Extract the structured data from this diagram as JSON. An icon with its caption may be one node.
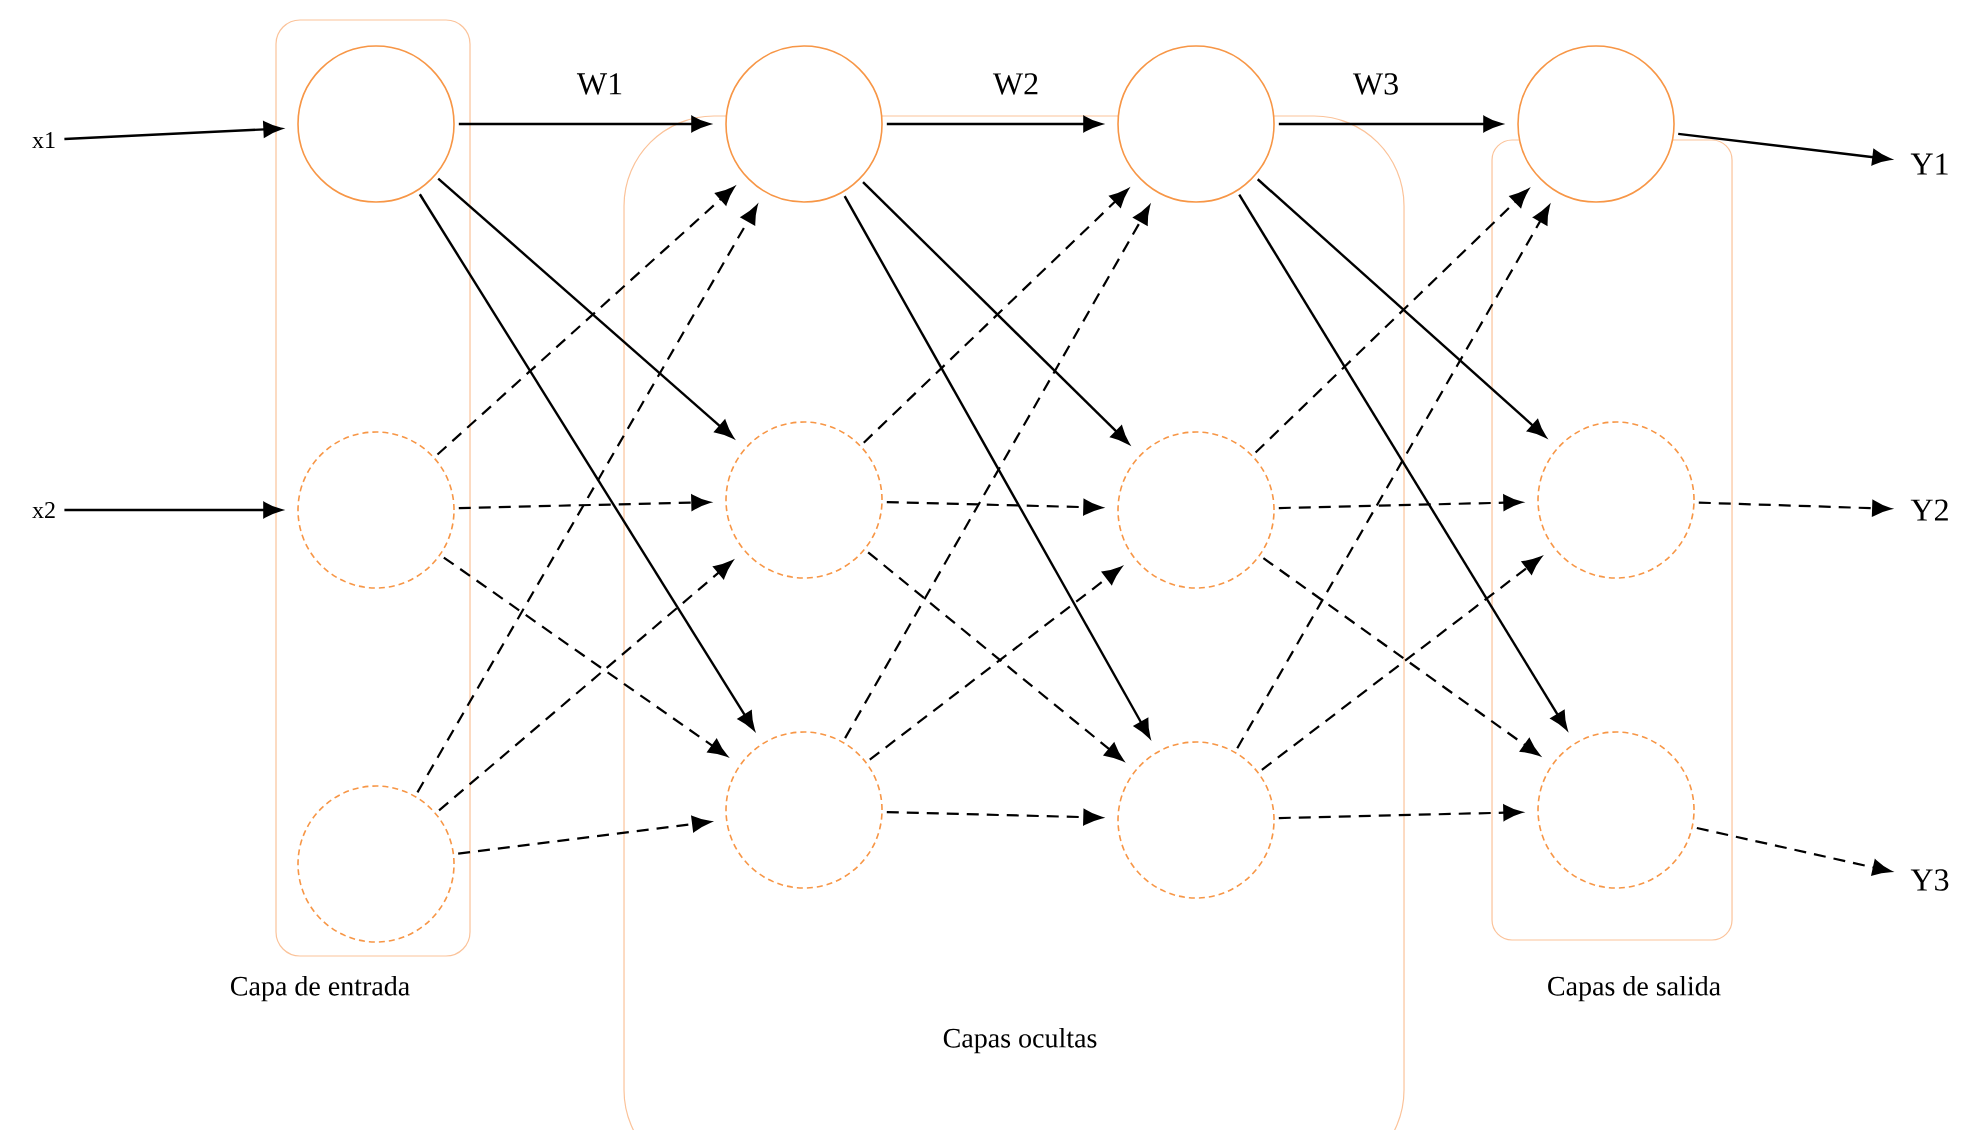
{
  "diagram": {
    "nodes": [
      {
        "text": [
          "x1"
        ]
      },
      {
        "text": [
          "x2"
        ]
      },
      {
        "text": [
          "Capa de entrada"
        ]
      },
      {
        "text": [],
        "shape": "circle",
        "in": 2
      },
      {
        "text": [],
        "shape": "circle",
        "in": 2
      },
      {
        "text": [],
        "shape": "circle",
        "in": 2
      },
      {
        "text": [
          "Capas ocultas"
        ]
      },
      {
        "text": [],
        "shape": "circle",
        "in": 6
      },
      {
        "text": [],
        "shape": "circle",
        "in": 6
      },
      {
        "text": [],
        "shape": "circle",
        "in": 6
      },
      {
        "text": [],
        "shape": "circle",
        "in": 6
      },
      {
        "text": [],
        "shape": "circle",
        "in": 6
      },
      {
        "text": [],
        "shape": "circle",
        "in": 6
      },
      {
        "text": [
          "Capas de salida"
        ]
      },
      {
        "text": [],
        "shape": "circle"
      },
      {
        "text": [],
        "shape": "circle",
        "in": 13
      },
      {
        "text": [],
        "shape": "circle",
        "in": 13
      },
      {
        "text": [
          "Y1"
        ]
      },
      {
        "text": [
          "Y2"
        ]
      },
      {
        "text": [
          "Y3"
        ]
      }
    ],
    "edges": [
      {
        "from": 0,
        "to": 3,
        "arrow": "to"
      },
      {
        "from": 1,
        "to": 4,
        "arrow": "to"
      },
      {
        "from": 3,
        "to": 7,
        "arrow": "to"
      },
      {
        "from": 3,
        "to": 8,
        "arrow": "to"
      },
      {
        "from": 3,
        "to": 9,
        "arrow": "to"
      },
      {
        "from": 4,
        "to": 7,
        "arrow": "to",
        "style": "dashed"
      },
      {
        "from": 4,
        "to": 8,
        "arrow": "to",
        "style": "dashed"
      },
      {
        "from": 4,
        "to": 9,
        "arrow": "to",
        "style": "dashed"
      },
      {
        "from": 5,
        "to": 7,
        "arrow": "to",
        "style": "dashed"
      },
      {
        "from": 5,
        "to": 8,
        "arrow": "to",
        "style": "dashed"
      },
      {
        "from": 5,
        "to": 9,
        "arrow": "to",
        "style": "dashed"
      },
      {
        "from": 7,
        "to": 10,
        "arrow": "to"
      },
      {
        "from": 7,
        "to": 11,
        "arrow": "to"
      },
      {
        "from": 7,
        "to": 12,
        "arrow": "to"
      },
      {
        "from": 8,
        "to": 10,
        "arrow": "to",
        "style": "dashed"
      },
      {
        "from": 8,
        "to": 11,
        "arrow": "to",
        "style": "dashed"
      },
      {
        "from": 8,
        "to": 12,
        "arrow": "to",
        "style": "dashed"
      },
      {
        "from": 9,
        "to": 10,
        "arrow": "to",
        "style": "dashed"
      },
      {
        "from": 9,
        "to": 11,
        "arrow": "to",
        "style": "dashed"
      },
      {
        "from": 9,
        "to": 12,
        "arrow": "to",
        "style": "dashed"
      },
      {
        "from": 10,
        "to": 14,
        "arrow": "to"
      },
      {
        "from": 10,
        "to": 15,
        "arrow": "to"
      },
      {
        "from": 10,
        "to": 16,
        "arrow": "to"
      },
      {
        "from": 11,
        "to": 14,
        "arrow": "to",
        "style": "dashed"
      },
      {
        "from": 11,
        "to": 15,
        "arrow": "to",
        "style": "dashed"
      },
      {
        "from": 11,
        "to": 16,
        "arrow": "to",
        "style": "dashed"
      },
      {
        "from": 12,
        "to": 14,
        "arrow": "to",
        "style": "dashed"
      },
      {
        "from": 12,
        "to": 15,
        "arrow": "to",
        "style": "dashed"
      },
      {
        "from": 12,
        "to": 16,
        "arrow": "to",
        "style": "dashed"
      },
      {
        "from": 14,
        "to": 17,
        "arrow": "to"
      },
      {
        "from": 15,
        "to": 18,
        "arrow": "to",
        "style": "dashed"
      },
      {
        "from": 16,
        "to": 19,
        "arrow": "to",
        "style": "dashed"
      }
    ],
    "labels": [
      "W1",
      "W2",
      "W3"
    ]
  }
}
